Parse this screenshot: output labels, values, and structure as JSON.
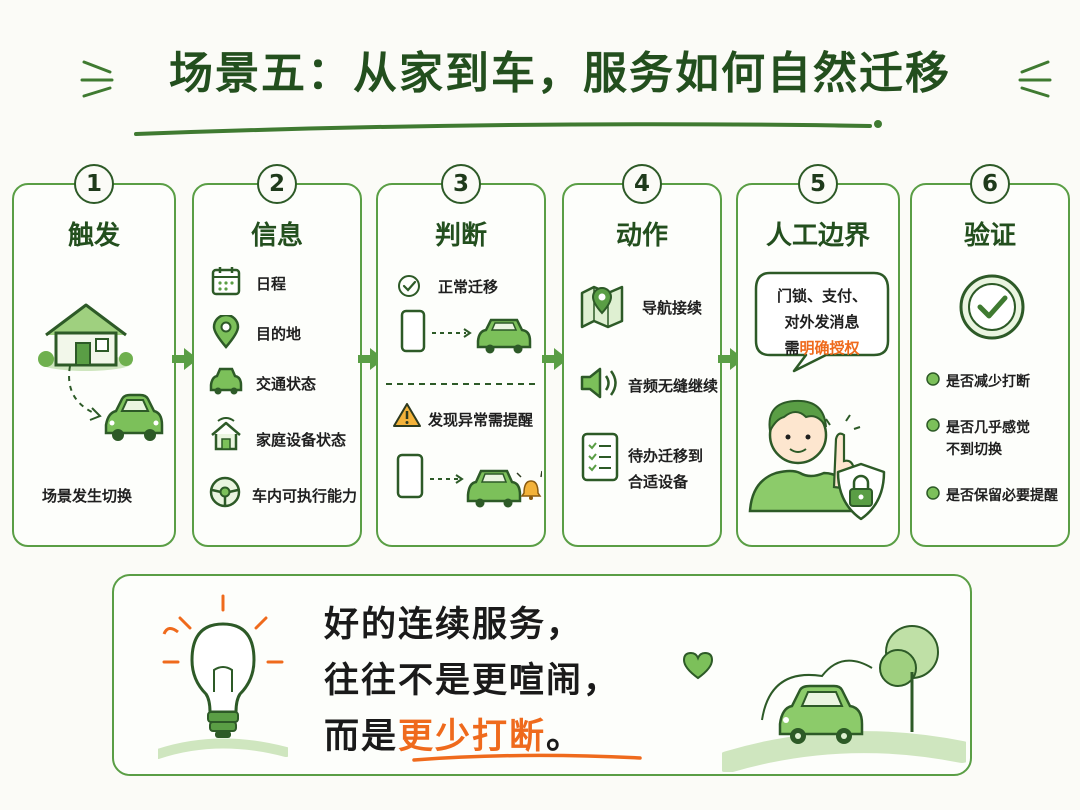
{
  "title": "场景五：从家到车，服务如何自然迁移",
  "colors": {
    "accent": "#5a9e45",
    "dark_green": "#234f1e",
    "orange": "#ef6a1c"
  },
  "steps": [
    {
      "num": "1",
      "title": "触发",
      "caption": "场景发生切换"
    },
    {
      "num": "2",
      "title": "信息",
      "items": [
        "日程",
        "目的地",
        "交通状态",
        "家庭设备状态",
        "车内可执行能力"
      ]
    },
    {
      "num": "3",
      "title": "判断",
      "normal": "正常迁移",
      "abnormal": "发现异常需提醒"
    },
    {
      "num": "4",
      "title": "动作",
      "items": [
        "导航接续",
        "音频无缝继续",
        "待办迁移到",
        "合适设备"
      ]
    },
    {
      "num": "5",
      "title": "人工边界",
      "bubble_line1": "门锁、支付、",
      "bubble_line2": "对外发消息",
      "bubble_prefix": "需",
      "bubble_highlight": "明确授权"
    },
    {
      "num": "6",
      "title": "验证",
      "items": [
        "是否减少打断",
        "是否几乎感觉",
        "不到切换",
        "是否保留必要提醒"
      ]
    }
  ],
  "quote": {
    "line1": "好的连续服务，",
    "line2": "往往不是更喧闹，",
    "line3_prefix": "而是",
    "line3_highlight": "更少打断",
    "line3_suffix": "。"
  }
}
